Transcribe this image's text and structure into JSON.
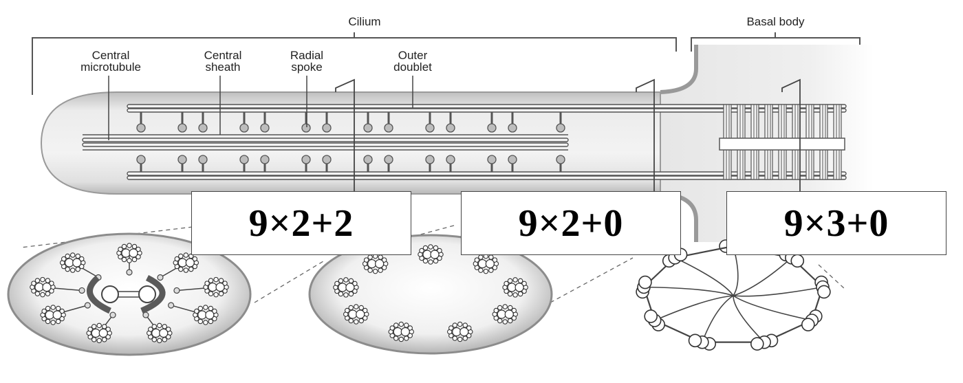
{
  "labels": {
    "cilium": "Cilium",
    "basal_body": "Basal body",
    "central_microtubule": [
      "Central",
      "microtubule"
    ],
    "central_sheath": [
      "Central",
      "sheath"
    ],
    "radial_spoke": [
      "Radial",
      "spoke"
    ],
    "outer_doublet": [
      "Outer",
      "doublet"
    ]
  },
  "formulas": [
    "9×2+2",
    "9×2+0",
    "9×3+0"
  ],
  "colors": {
    "membrane": "#d9d9d9",
    "line": "#555555",
    "box_border": "#444444",
    "formula_text": "#000000"
  }
}
